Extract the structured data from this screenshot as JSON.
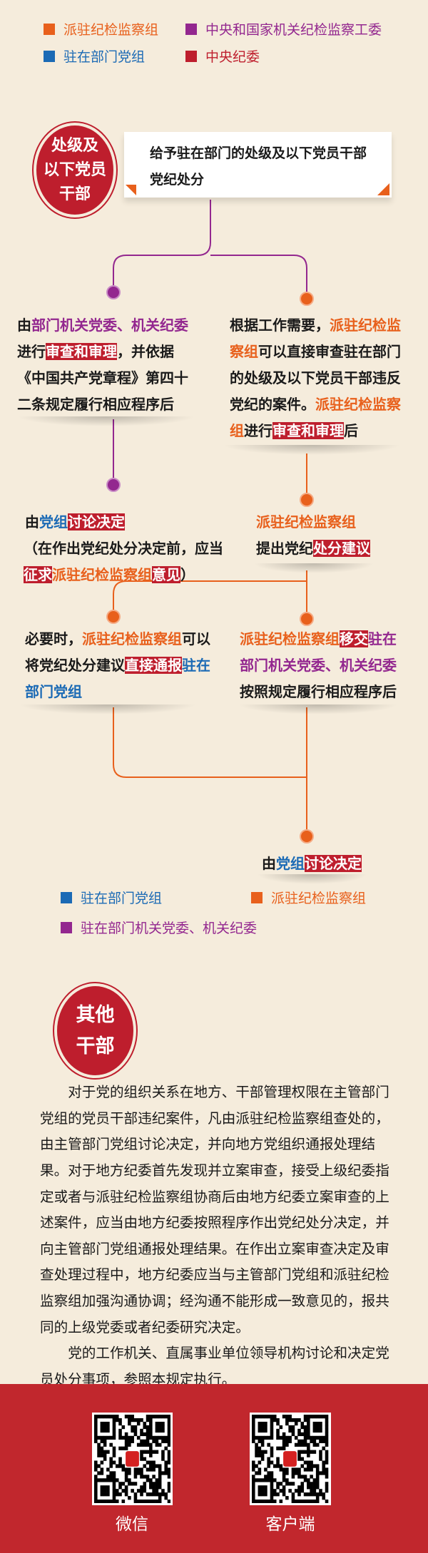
{
  "colors": {
    "orange": "#e8601c",
    "purple": "#93278f",
    "blue": "#1b6ab5",
    "red": "#be1e2d"
  },
  "legend_top": [
    {
      "label": "派驻纪检监察组",
      "color": "#e8601c"
    },
    {
      "label": "中央和国家机关纪检监察工委",
      "color": "#93278f"
    },
    {
      "label": "驻在部门党组",
      "color": "#1b6ab5"
    },
    {
      "label": "中央纪委",
      "color": "#be1e2d"
    }
  ],
  "section1": {
    "badge": [
      "处级及",
      "以下党员",
      "干部"
    ],
    "title": "给予驻在部门的处级及以下党员干部党纪处分"
  },
  "flow": {
    "left1": [
      "由",
      "部门机关党委、机关纪委",
      "进行",
      "审查和审理",
      "，并依据《中国共产党章程》第四十二条规定履行相应程序后"
    ],
    "right1": [
      "根据工作需要，",
      "派驻纪检监察组",
      "可以直接审查驻在部门的处级及以下党员干部违反党纪的案件。",
      "派驻纪检监察组",
      "进行",
      "审查和审理",
      "后"
    ],
    "left2": [
      "由",
      "党组",
      "讨论决定",
      "（在作出党纪处分决定前，应当",
      "征求",
      "派驻纪检监察组",
      "意见",
      "）"
    ],
    "right2": [
      "派驻纪检监察组",
      "提出党纪",
      "处分建议"
    ],
    "left3": [
      "必要时，",
      "派驻纪检监察组",
      "可以将党纪处分建议",
      "直接通报",
      "驻在部门党组"
    ],
    "right3": [
      "派驻纪检监察组",
      "移交",
      "驻在部门机关党委、机关纪委",
      "按照规定履行相应程序后"
    ],
    "final": [
      "由",
      "党组",
      "讨论决定"
    ]
  },
  "legend_bottom": [
    {
      "label": "驻在部门党组",
      "color": "#1b6ab5"
    },
    {
      "label": "派驻纪检监察组",
      "color": "#e8601c"
    },
    {
      "label": "驻在部门机关党委、机关纪委",
      "color": "#93278f"
    }
  ],
  "section2": {
    "badge": [
      "其他",
      "干部"
    ],
    "paragraphs": [
      "对于党的组织关系在地方、干部管理权限在主管部门党组的党员干部违纪案件，凡由派驻纪检监察组查处的，由主管部门党组讨论决定，并向地方党组织通报处理结果。",
      "对于地方纪委首先发现并立案审查，接受上级纪委指定或者与派驻纪检监察组协商后由地方纪委立案审查的上述案件，应当由地方纪委按照程序作出党纪处分决定，并向主管部门党组通报处理结果。在作出立案审查决定及审查处理过程中，地方纪委应当与主管部门党组和派驻纪检监察组加强沟通协调；经沟通不能形成一致意见的，报共同的上级党委或者纪委研究决定。",
      "党的工作机关、直属事业单位领导机构讨论和决定党员处分事项，参照本规定执行。"
    ]
  },
  "footer": {
    "qr": [
      {
        "label": "微信"
      },
      {
        "label": "客户端"
      }
    ]
  }
}
